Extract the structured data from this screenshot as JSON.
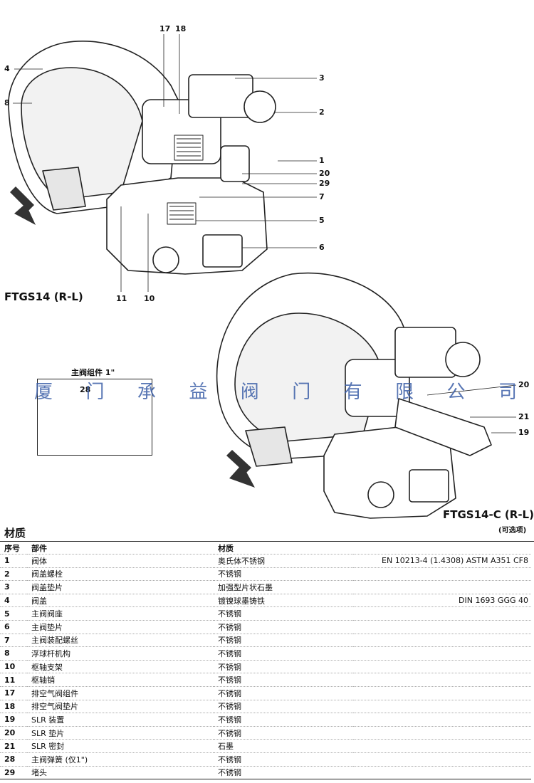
{
  "figure1": {
    "title": "FTGS14 (R-L)",
    "callouts": [
      "17",
      "18",
      "4",
      "8",
      "3",
      "2",
      "1",
      "20",
      "29",
      "7",
      "5",
      "6",
      "11",
      "10"
    ]
  },
  "figure2": {
    "title": "FTGS14-C (R-L)",
    "subtitle": "(可选项)",
    "callouts": [
      "20",
      "21",
      "19"
    ]
  },
  "inset": {
    "title": "主阀组件 1\"",
    "callout": "28"
  },
  "watermark": [
    "厦",
    "门",
    "承",
    "益",
    "阀",
    "门",
    "有",
    "限",
    "公",
    "司"
  ],
  "materials": {
    "title": "材质",
    "headers": [
      "序号",
      "部件",
      "材质",
      ""
    ],
    "rows": [
      {
        "no": "1",
        "part": "阀体",
        "material": "奥氏体不锈钢",
        "standard": "EN 10213-4 (1.4308) ASTM A351 CF8"
      },
      {
        "no": "2",
        "part": "阀盖螺栓",
        "material": "不锈钢",
        "standard": ""
      },
      {
        "no": "3",
        "part": "阀盖垫片",
        "material": "加强型片状石墨",
        "standard": ""
      },
      {
        "no": "4",
        "part": "阀盖",
        "material": "镀镍球墨铸铁",
        "standard": "DIN 1693 GGG 40"
      },
      {
        "no": "5",
        "part": "主阀阀座",
        "material": "不锈钢",
        "standard": ""
      },
      {
        "no": "6",
        "part": "主阀垫片",
        "material": "不锈钢",
        "standard": ""
      },
      {
        "no": "7",
        "part": "主阀装配螺丝",
        "material": "不锈钢",
        "standard": ""
      },
      {
        "no": "8",
        "part": "浮球杆机构",
        "material": "不锈钢",
        "standard": ""
      },
      {
        "no": "10",
        "part": "枢轴支架",
        "material": "不锈钢",
        "standard": ""
      },
      {
        "no": "11",
        "part": "枢轴销",
        "material": "不锈钢",
        "standard": ""
      },
      {
        "no": "17",
        "part": "排空气阀组件",
        "material": "不锈钢",
        "standard": ""
      },
      {
        "no": "18",
        "part": "排空气阀垫片",
        "material": "不锈钢",
        "standard": ""
      },
      {
        "no": "19",
        "part": "SLR 装置",
        "material": "不锈钢",
        "standard": ""
      },
      {
        "no": "20",
        "part": "SLR 垫片",
        "material": "不锈钢",
        "standard": ""
      },
      {
        "no": "21",
        "part": "SLR 密封",
        "material": "石墨",
        "standard": ""
      },
      {
        "no": "28",
        "part": "主阀弹簧 (仅1\")",
        "material": "不锈钢",
        "standard": ""
      },
      {
        "no": "29",
        "part": "堵头",
        "material": "不锈钢",
        "standard": ""
      }
    ]
  }
}
